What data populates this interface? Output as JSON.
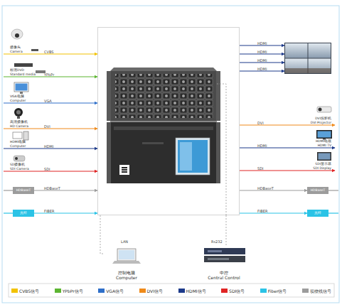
{
  "diagram": {
    "nodes": [
      {
        "text": [
          "摄像头",
          "Camera"
        ]
      },
      {
        "text": [
          "标清DVD",
          "Standard media"
        ]
      },
      {
        "text": [
          "VGA电脑",
          "Computer"
        ]
      },
      {
        "text": [
          "高清摄像机",
          "HD Camera"
        ]
      },
      {
        "text": [
          "HDMI电脑",
          "Computer"
        ]
      },
      {
        "text": [
          "SD摄像机",
          "SDI Camera"
        ]
      },
      {
        "text": [
          "HDBaseT"
        ]
      },
      {
        "text": [
          "光纤"
        ]
      },
      {
        "text": []
      },
      {
        "text": []
      },
      {
        "text": [
          "DVI投影机",
          "DVI Projector"
        ]
      },
      {
        "text": [
          "HDMI电视",
          "HDMI TV"
        ]
      },
      {
        "text": [
          "SDI显示器",
          "SDI Display"
        ]
      },
      {
        "text": [
          "HDBaseT"
        ]
      },
      {
        "text": [
          "光纤"
        ]
      },
      {
        "text": [
          "控制电脑",
          "Computer"
        ]
      },
      {
        "text": [
          "中控",
          "Central Control"
        ]
      }
    ],
    "edges": [
      {
        "from": 0,
        "to": 8,
        "label": "CVBS",
        "arrow": "to"
      },
      {
        "from": 1,
        "to": 8,
        "label": "YPbPr",
        "arrow": "to"
      },
      {
        "from": 2,
        "to": 8,
        "label": "VGA",
        "arrow": "to"
      },
      {
        "from": 3,
        "to": 8,
        "label": "DVI",
        "arrow": "to"
      },
      {
        "from": 4,
        "to": 8,
        "label": "HDMI",
        "arrow": "to"
      },
      {
        "from": 5,
        "to": 8,
        "label": "SDI",
        "arrow": "to"
      },
      {
        "from": 6,
        "to": 8,
        "label": "HDBaseT",
        "arrow": "to"
      },
      {
        "from": 7,
        "to": 8,
        "label": "FIBER",
        "arrow": "to"
      },
      {
        "from": 8,
        "to": 9,
        "label": "HDMI",
        "arrow": "to"
      },
      {
        "from": 8,
        "to": 9,
        "label": "HDMI",
        "arrow": "to"
      },
      {
        "from": 8,
        "to": 9,
        "label": "HDMI",
        "arrow": "to"
      },
      {
        "from": 8,
        "to": 9,
        "label": "HDMI",
        "arrow": "to"
      },
      {
        "from": 8,
        "to": 10,
        "label": "DVI",
        "arrow": "to"
      },
      {
        "from": 8,
        "to": 11,
        "label": "HDMI",
        "arrow": "to"
      },
      {
        "from": 8,
        "to": 12,
        "label": "SDI",
        "arrow": "to"
      },
      {
        "from": 8,
        "to": 13,
        "label": "HDBaseT",
        "arrow": "to"
      },
      {
        "from": 8,
        "to": 14,
        "label": "FIBER",
        "arrow": "to"
      },
      {
        "from": 15,
        "to": 8,
        "label": "LAN",
        "arrow": "none"
      },
      {
        "from": 16,
        "to": 8,
        "label": "Rs232",
        "arrow": "none"
      }
    ],
    "legend": [
      {
        "text": "CVBS信号",
        "color": "#f2c200"
      },
      {
        "text": "YPbPr信号",
        "color": "#5cb531"
      },
      {
        "text": "VGA信号",
        "color": "#2f6fc9"
      },
      {
        "text": "DVI信号",
        "color": "#ef8a1a"
      },
      {
        "text": "HDMI信号",
        "color": "#1d3a8a"
      },
      {
        "text": "SDI信号",
        "color": "#e02424"
      },
      {
        "text": "Fiber信号",
        "color": "#2bc3e6"
      },
      {
        "text": "双绞线信号",
        "color": "#9c9c9c"
      }
    ]
  }
}
